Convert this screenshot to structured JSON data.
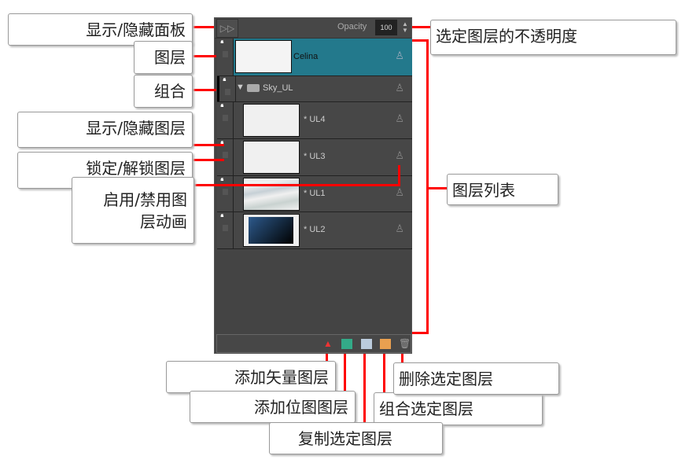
{
  "panel": {
    "opacity_label": "Opacity",
    "opacity_value": "100",
    "layers": [
      {
        "name": "Celina",
        "selected": true
      },
      {
        "name": "Sky_UL",
        "group": true
      },
      {
        "name": "* UL4"
      },
      {
        "name": "* UL3"
      },
      {
        "name": "* UL1"
      },
      {
        "name": "* UL2"
      }
    ]
  },
  "callouts": {
    "toggle_panel": "显示/隐藏面板",
    "layer": "图层",
    "group": "组合",
    "show_hide_layer": "显示/隐藏图层",
    "lock_unlock": "锁定/解锁图层",
    "animation_line1": "启用/禁用图",
    "animation_line2": "层动画",
    "opacity": "选定图层的不透明度",
    "layer_list": "图层列表",
    "add_vector": "添加矢量图层",
    "add_bitmap": "添加位图图层",
    "duplicate": "复制选定图层",
    "delete": "删除选定图层",
    "group_selected": "组合选定图层"
  },
  "colors": {
    "selected": "#23798c",
    "callout_line": "#ff0000"
  }
}
